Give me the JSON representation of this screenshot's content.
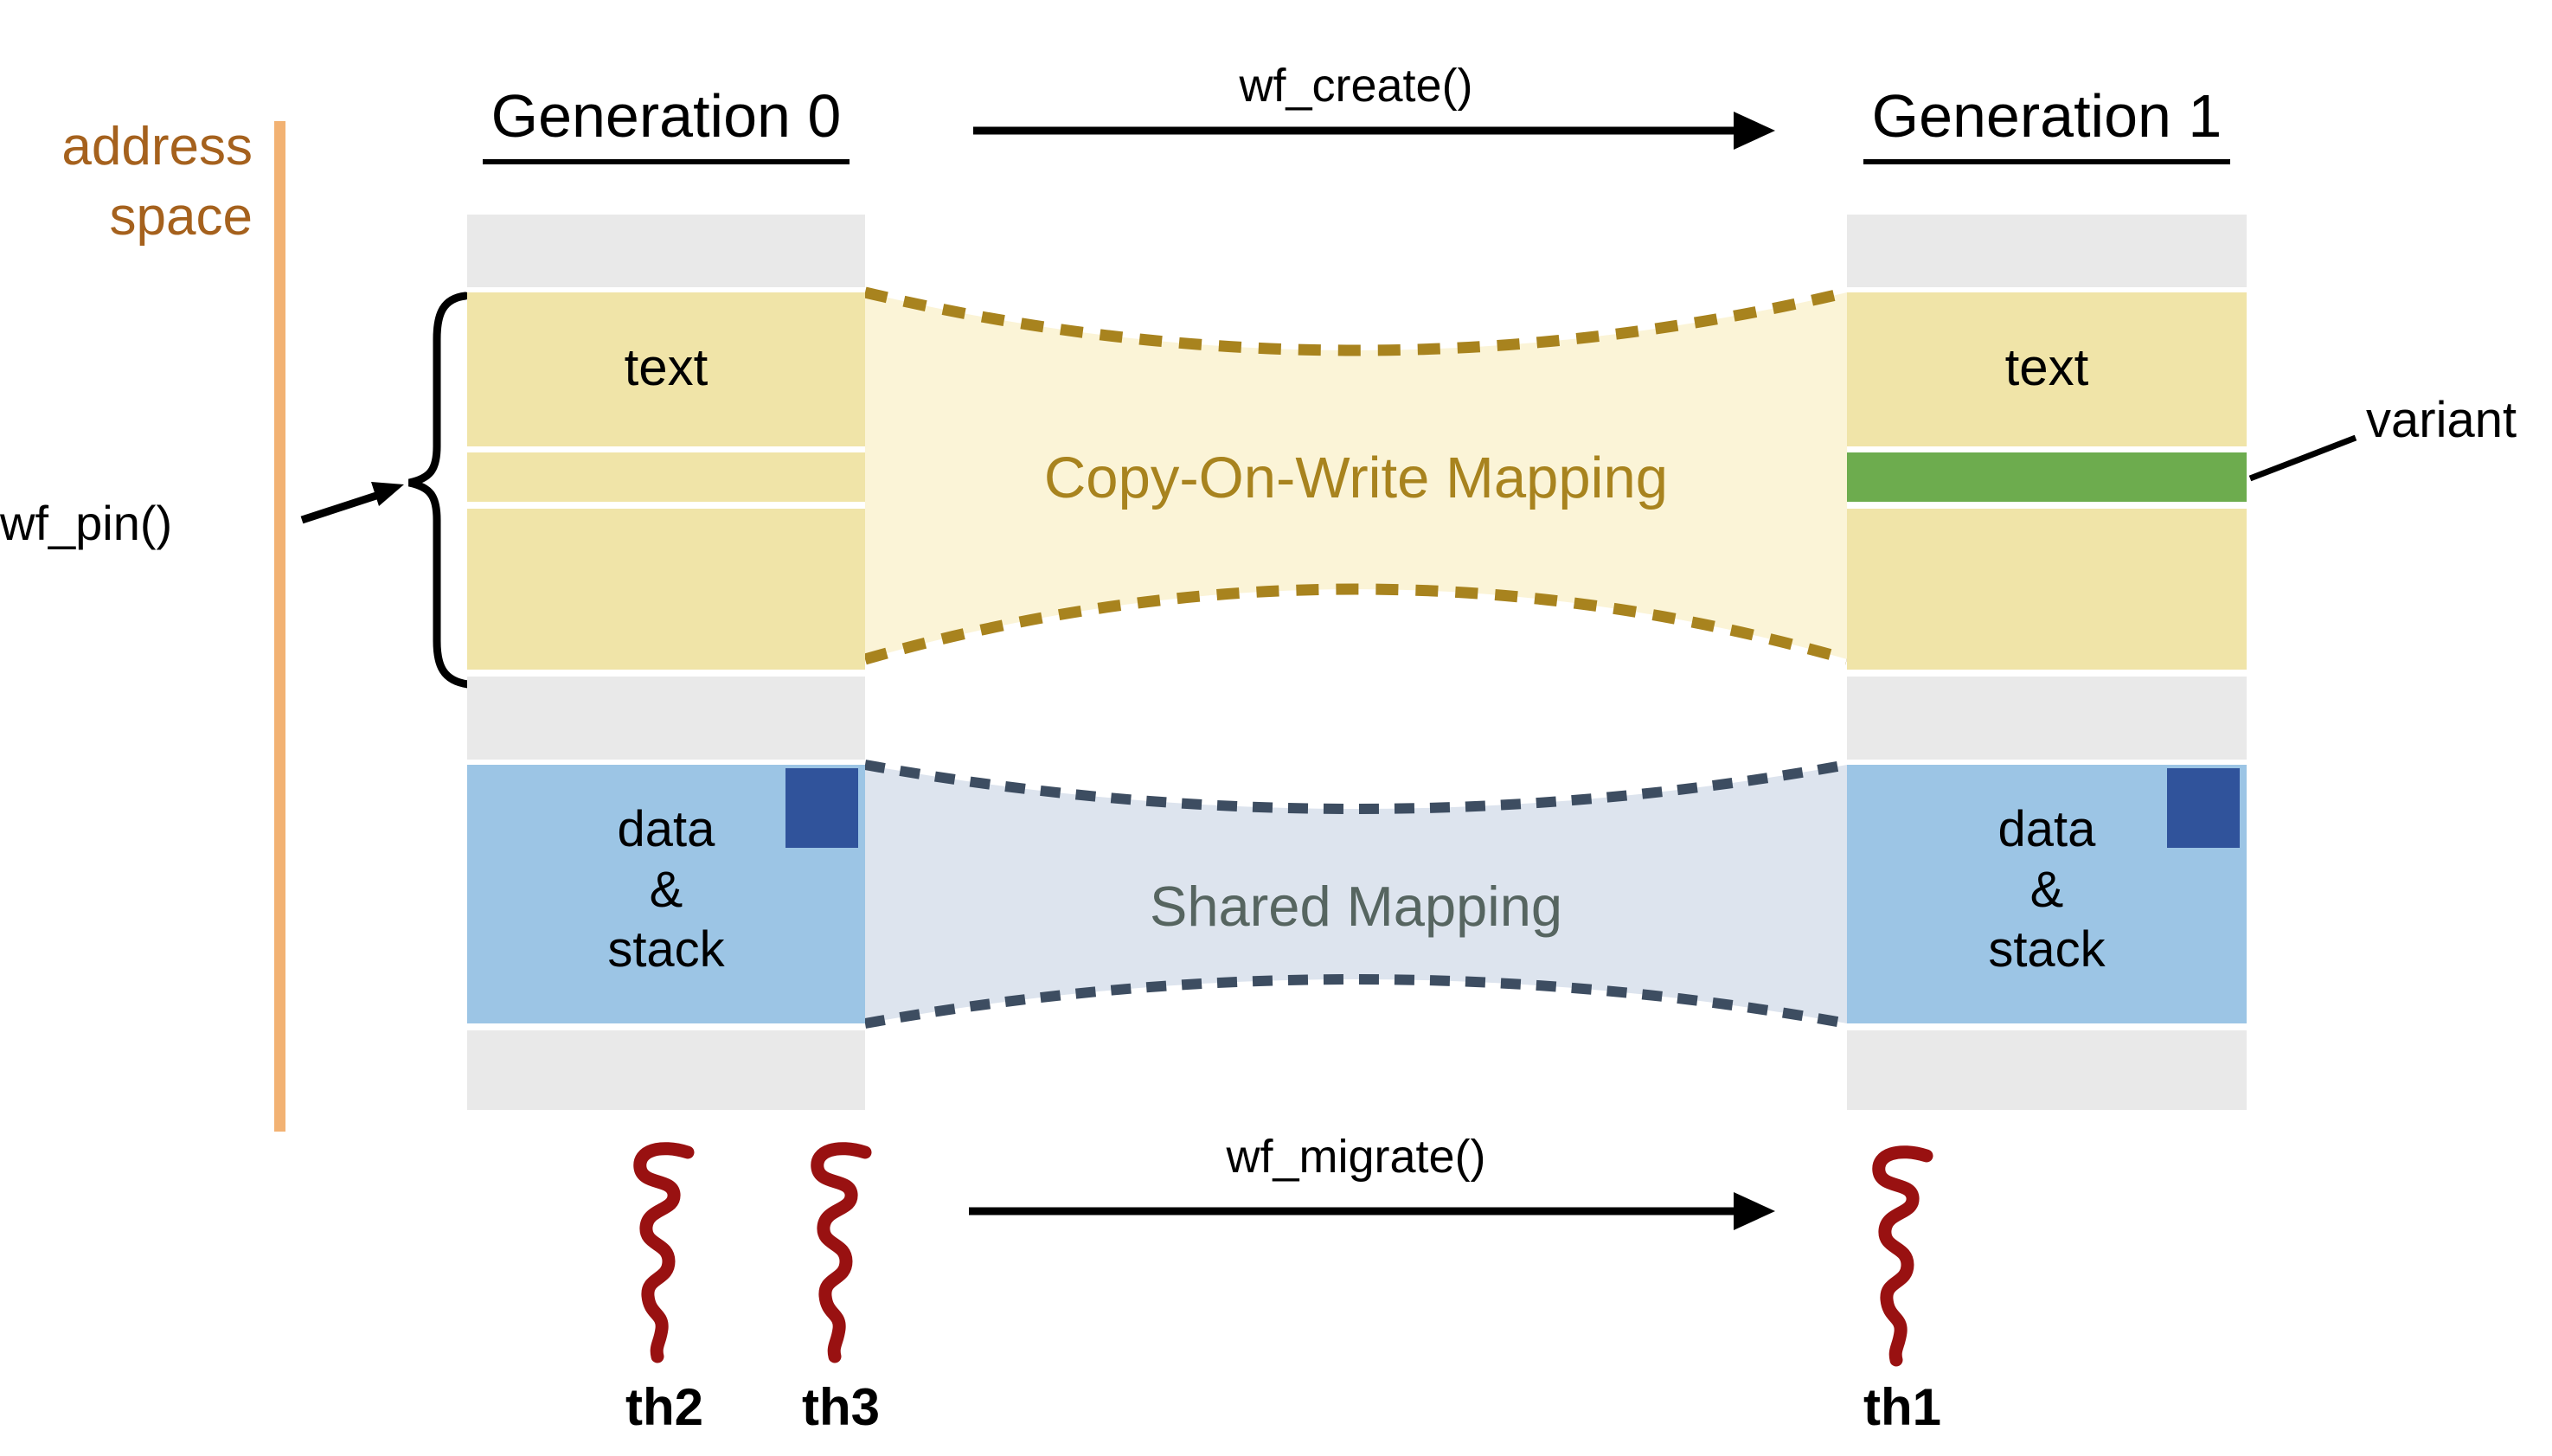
{
  "address_space": {
    "line1": "address",
    "line2": "space"
  },
  "operations": {
    "create": "wf_create()",
    "migrate": "wf_migrate()",
    "pin": "wf_pin()"
  },
  "generations": [
    {
      "title": "Generation 0",
      "text_segment_label": "text",
      "data_segment_lines": {
        "l1": "data",
        "l2": "&",
        "l3": "stack"
      },
      "threads": {
        "t1": "th2",
        "t2": "th3"
      }
    },
    {
      "title": "Generation 1",
      "text_segment_label": "text",
      "data_segment_lines": {
        "l1": "data",
        "l2": "&",
        "l3": "stack"
      },
      "threads": {
        "t1": "th1"
      }
    }
  ],
  "mappings": {
    "cow": "Copy-On-Write Mapping",
    "shared": "Shared Mapping"
  },
  "variant_label": "variant",
  "colors": {
    "brown": "#a5611d",
    "orange": "#f2b273",
    "yellow": "#f0e4a8",
    "gray": "#e9e9e9",
    "blue": "#9cc5e5",
    "navy": "#30539b",
    "green": "#6dac4e",
    "gold": "#a8831e",
    "cow_fill": "#fbf4d7",
    "shared_fill": "#dde4ee",
    "slate": "#3d4d61",
    "shared_text": "#566560",
    "dkred": "#991111"
  }
}
